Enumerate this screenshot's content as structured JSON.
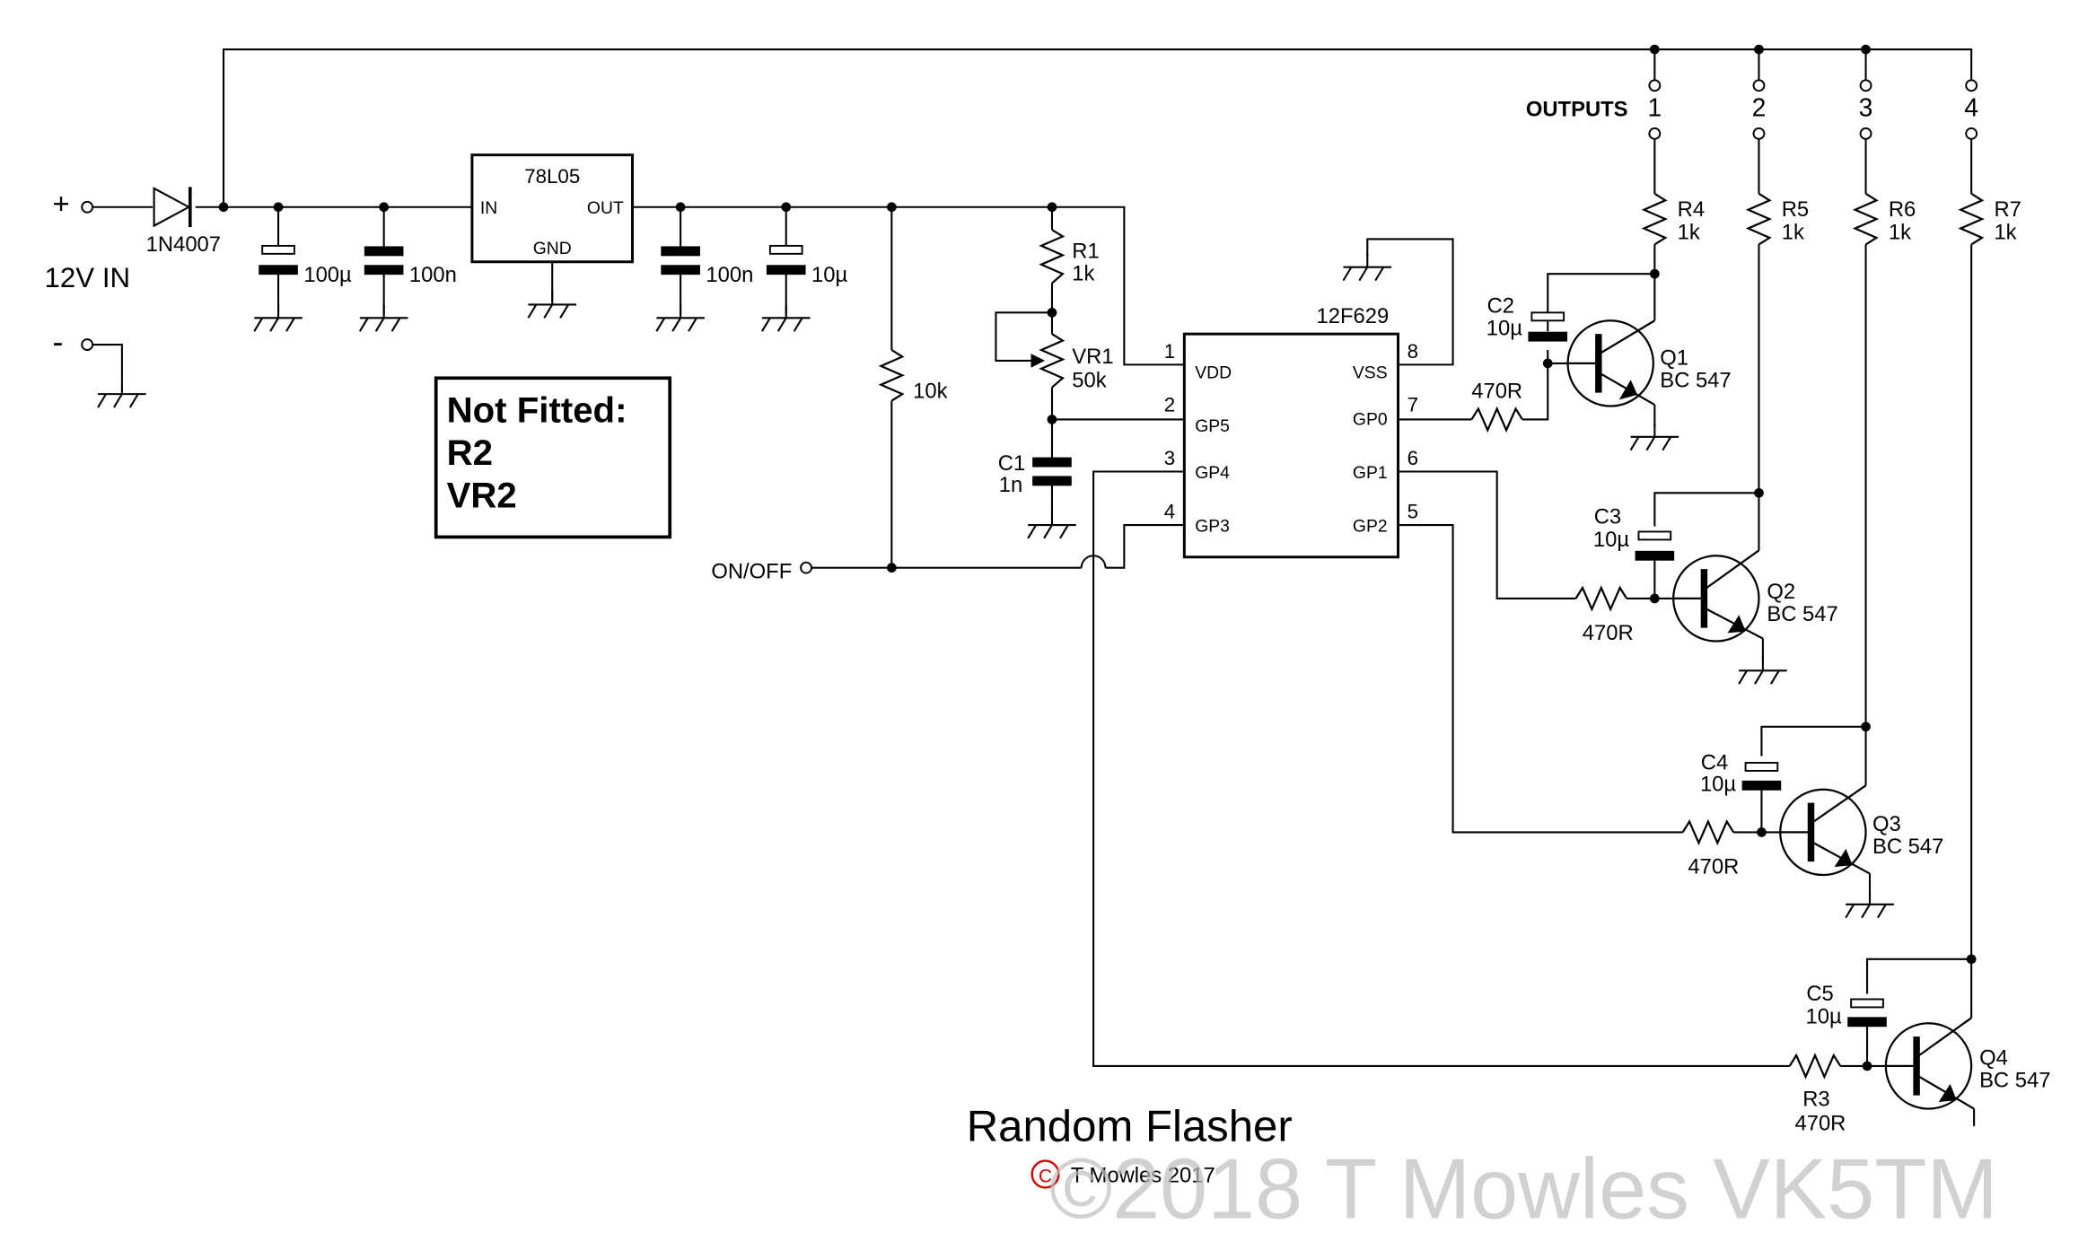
{
  "title": "Random Flasher",
  "credit": "T Mowles 2017",
  "credit_mark": "C",
  "watermark": "©2018 T Mowles VK5TM",
  "note": {
    "heading": "Not Fitted:",
    "line1": "R2",
    "line2": "VR2"
  },
  "power": {
    "plus": "+",
    "minus": "-",
    "input_label": "12V IN",
    "diode": "1N4007"
  },
  "regulator": {
    "part": "78L05",
    "pin_in": "IN",
    "pin_out": "OUT",
    "pin_gnd": "GND"
  },
  "caps": {
    "c_in_bulk": "100µ",
    "c_in_dec": "100n",
    "c_out_dec": "100n",
    "c_out_bulk": "10µ"
  },
  "pullup": "10k",
  "on_off": "ON/OFF",
  "r1": {
    "ref": "R1",
    "value": "1k"
  },
  "vr1": {
    "ref": "VR1",
    "value": "50k"
  },
  "c1": {
    "ref": "C1",
    "value": "1n"
  },
  "mcu": {
    "part": "12F629",
    "pins": [
      {
        "num": "1",
        "name": "VDD"
      },
      {
        "num": "2",
        "name": "GP5"
      },
      {
        "num": "3",
        "name": "GP4"
      },
      {
        "num": "4",
        "name": "GP3"
      },
      {
        "num": "8",
        "name": "VSS"
      },
      {
        "num": "7",
        "name": "GP0"
      },
      {
        "num": "6",
        "name": "GP1"
      },
      {
        "num": "5",
        "name": "GP2"
      }
    ]
  },
  "outputs_label": "OUTPUTS",
  "outputs": [
    "1",
    "2",
    "3",
    "4"
  ],
  "load_resistors": [
    {
      "ref": "R4",
      "value": "1k"
    },
    {
      "ref": "R5",
      "value": "1k"
    },
    {
      "ref": "R6",
      "value": "1k"
    },
    {
      "ref": "R7",
      "value": "1k"
    }
  ],
  "base_resistors": [
    {
      "ref": "",
      "value": "470R"
    },
    {
      "ref": "",
      "value": "470R"
    },
    {
      "ref": "",
      "value": "470R"
    },
    {
      "ref": "R3",
      "value": "470R"
    }
  ],
  "timing_caps": [
    {
      "ref": "C2",
      "value": "10µ"
    },
    {
      "ref": "C3",
      "value": "10µ"
    },
    {
      "ref": "C4",
      "value": "10µ"
    },
    {
      "ref": "C5",
      "value": "10µ"
    }
  ],
  "transistors": [
    {
      "ref": "Q1",
      "part": "BC 547"
    },
    {
      "ref": "Q2",
      "part": "BC 547"
    },
    {
      "ref": "Q3",
      "part": "BC 547"
    },
    {
      "ref": "Q4",
      "part": "BC 547"
    }
  ]
}
